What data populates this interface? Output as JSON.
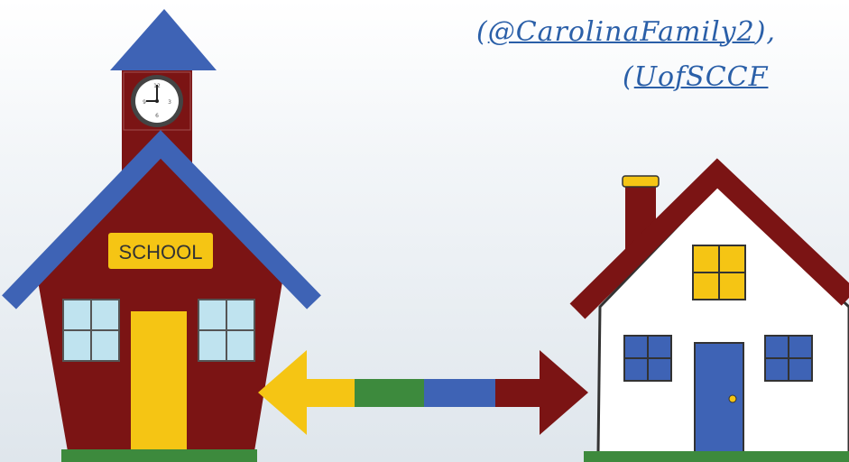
{
  "header": {
    "line1_prefix": "(",
    "line1_link": "@CarolinaFamily2",
    "line1_suffix": "),",
    "line2_prefix": "(",
    "line2_link": "UofSCCF"
  },
  "school": {
    "sign_label": "SCHOOL"
  },
  "colors": {
    "school_wall": "#7b1414",
    "roof_blue": "#3e63b5",
    "door_yellow": "#f5c514",
    "window_light_blue": "#bfe3ef",
    "grass_green": "#3d8a3d",
    "house_roof": "#7b1414",
    "house_wall": "#ffffff",
    "house_door": "#3e63b5",
    "link_blue": "#2a5fa8"
  },
  "arrow": {
    "segments": [
      "yellow",
      "green",
      "blue",
      "red"
    ]
  }
}
